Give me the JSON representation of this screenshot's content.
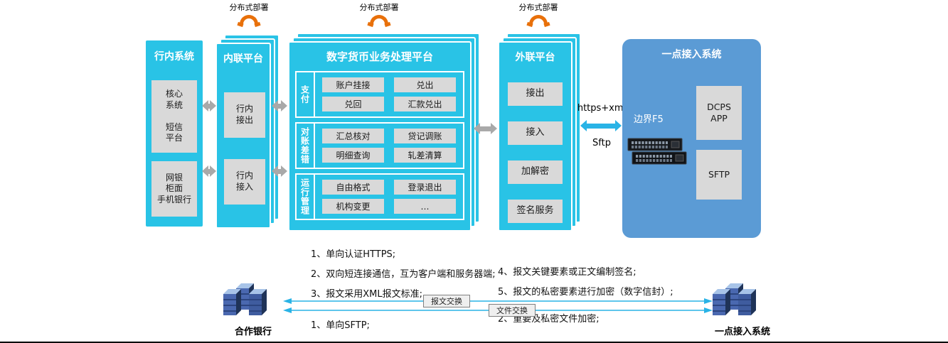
{
  "deploy": {
    "label": "分布式部署"
  },
  "inbank": {
    "title": "行内系统",
    "box1": "核心\n系统\n\n短信\n平台",
    "box2": "网银\n柜面\n手机银行"
  },
  "neilian": {
    "title": "内联平台",
    "out": "行内\n接出",
    "in": "行内\n接入"
  },
  "dcep": {
    "title": "数字货币业务处理平台",
    "rows": [
      {
        "label": "支付",
        "cells": [
          "账户挂接",
          "兑出",
          "兑回",
          "汇款兑出"
        ]
      },
      {
        "label": "对账差错",
        "cells": [
          "汇总核对",
          "贷记调账",
          "明细查询",
          "轧差清算"
        ]
      },
      {
        "label": "运行管理",
        "cells": [
          "自由格式",
          "登录退出",
          "机构变更",
          "…"
        ]
      }
    ]
  },
  "wailian": {
    "title": "外联平台",
    "items": [
      "接出",
      "接入",
      "加解密",
      "签名服务"
    ]
  },
  "onepoint": {
    "title": "一点接入系统",
    "f5": "边界F5",
    "dcps": "DCPS\nAPP",
    "sftp": "SFTP"
  },
  "links": {
    "https": "https+xml",
    "sftp": "Sftp"
  },
  "notes": {
    "col1": [
      "1、单向认证HTTPS;",
      "2、双向短连接通信，互为客户端和服务器端;",
      "3、报文采用XML报文标准;"
    ],
    "col2": [
      "4、报文关键要素或正文编制签名;",
      "5、报文的私密要素进行加密（数字信封）;"
    ],
    "sftp1": "1、单向SFTP;",
    "sftp2": "2、重要及私密文件加密;"
  },
  "exchange": {
    "msg": "报文交换",
    "file": "文件交换",
    "left": "合作银行",
    "right": "一点接入系统"
  },
  "colors": {
    "cyan": "#29C3E6",
    "blue": "#5B9BD5",
    "gray_box": "#D9D9D9",
    "arrow_gray": "#A9A9A9",
    "arrow_cyan": "#29B3E6",
    "orange": "#E8700A"
  }
}
